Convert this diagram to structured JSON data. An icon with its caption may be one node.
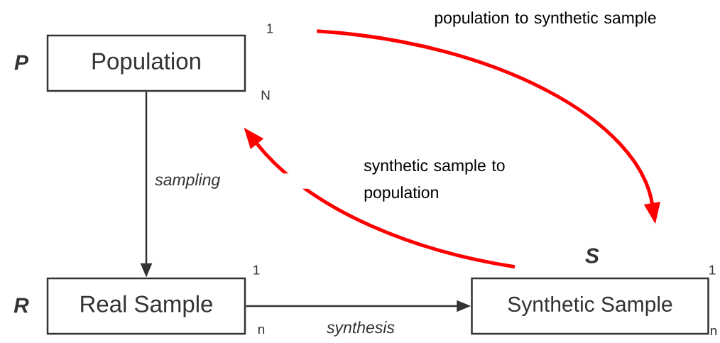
{
  "diagram": {
    "nodes": [
      {
        "text": [
          "Population"
        ],
        "beside": [
          "P",
          "1",
          "N"
        ]
      },
      {
        "text": [
          "Real Sample"
        ],
        "beside": [
          "R",
          "1",
          "n"
        ]
      },
      {
        "text": [
          "Synthetic Sample"
        ],
        "beside": [
          "S",
          "1",
          "n"
        ]
      }
    ],
    "edges": [
      {
        "from": 0,
        "to": 1,
        "arrow": "to",
        "label": "sampling"
      },
      {
        "from": 1,
        "to": 2,
        "arrow": "to",
        "label": "synthesis"
      },
      {
        "from": 0,
        "to": 2,
        "arrow": "to",
        "label": "population to synthetic sample",
        "style": "thick",
        "color": "#ff0000"
      },
      {
        "from": 2,
        "to": 0,
        "arrow": "to",
        "label": "synthetic sample to population",
        "style": "thick",
        "color": "#ff0000"
      }
    ]
  }
}
